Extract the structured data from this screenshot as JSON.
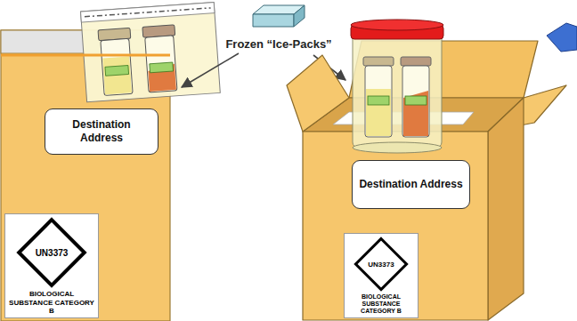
{
  "diagram": {
    "nodes": [
      {
        "text": [
          "Destination Address"
        ]
      },
      {
        "text": [
          "UN3373",
          "BIOLOGICAL SUBSTANCE CATEGORY B"
        ]
      },
      {
        "text": [
          "Destination Address"
        ]
      },
      {
        "text": [
          "UN3373",
          "BIOLOGICAL SUBSTANCE CATEGORY B"
        ]
      }
    ],
    "labels": [
      "Frozen “Ice-Packs”"
    ]
  }
}
